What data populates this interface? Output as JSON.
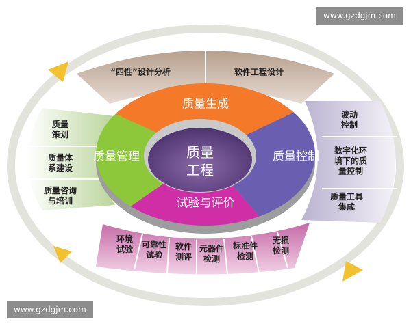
{
  "watermark_top": "www.gzdgjm.com",
  "watermark_bottom": "www.gzdgjm.com",
  "center": "质量\n工程",
  "ring": {
    "top": "质量生成",
    "left": "质量管理",
    "right": "质量控制",
    "bottom": "试验与评价"
  },
  "top_band": [
    "“四性”设计分析",
    "软件工程设计"
  ],
  "left_band": [
    "质量\n策划",
    "质量体\n系建设",
    "质量咨询\n与培训"
  ],
  "right_band": [
    "波动\n控制",
    "数字化环\n境下的质\n量控制",
    "质量工具\n集成"
  ],
  "bottom_band": [
    "环境\n试验",
    "可靠性\n试验",
    "软件\n测评",
    "元器件\n检测",
    "标准件\n检测",
    "无损\n检测"
  ],
  "colors": {
    "orange": "#f47a2a",
    "green": "#8cc83a",
    "purple": "#6a5eb0",
    "magenta": "#cf2ea6",
    "arrow": "#f2c12e"
  }
}
